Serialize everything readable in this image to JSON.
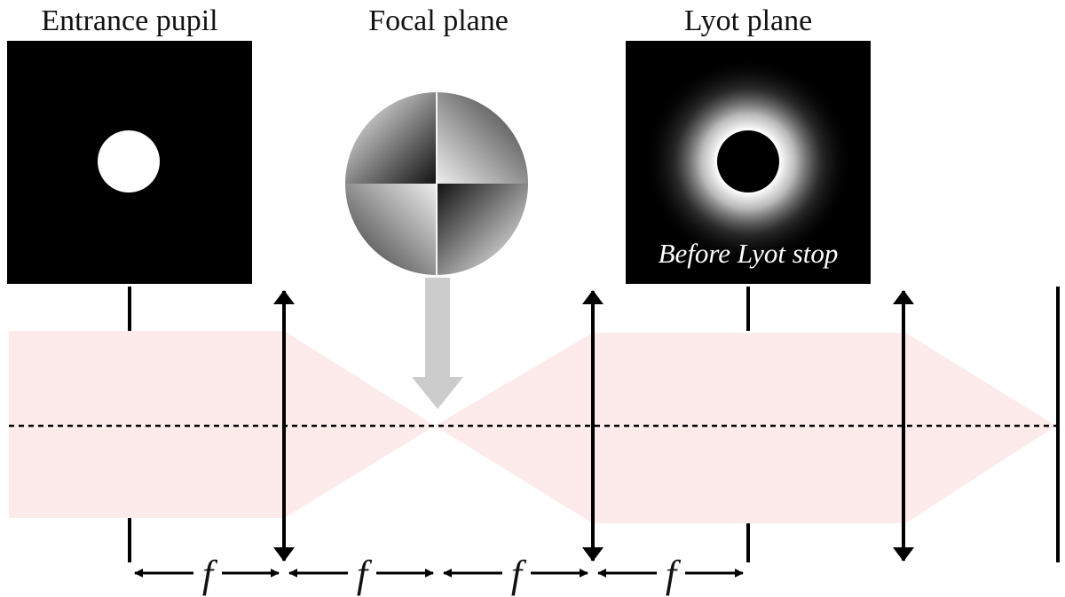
{
  "titles": {
    "entrance_pupil": "Entrance pupil",
    "focal_plane": "Focal plane",
    "lyot_plane": "Lyot plane"
  },
  "lyot_caption": "Before Lyot stop",
  "distance_labels": [
    "f",
    "f",
    "f",
    "f"
  ],
  "colors": {
    "beam": "#fdeaea",
    "inset_background": "#000000",
    "pointer_arrow": "#cccccc",
    "lines": "#000000"
  }
}
